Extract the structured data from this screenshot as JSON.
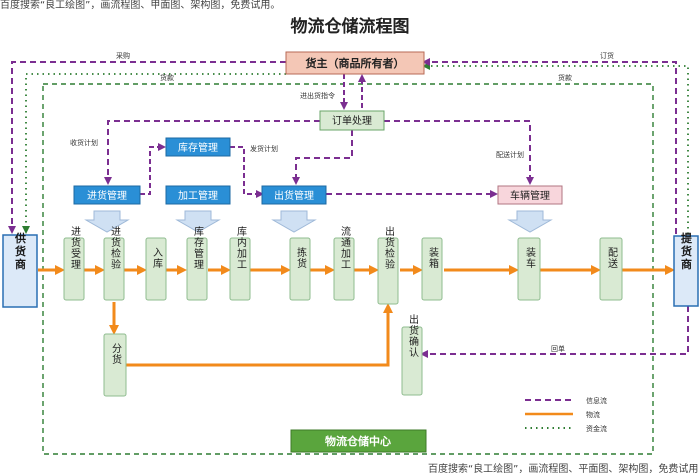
{
  "header_caption": "百度搜索“良工绘图”，画流程图、甲面图、架构图，免费试用。",
  "footer_caption": "百度搜索“良工绘图”，画流程图、平面图、架构图，免费试用",
  "title": "物流仓储流程图",
  "owner": "货主（商品所有者）",
  "order": "订单处理",
  "inventory": "库存管理",
  "processing": "加工管理",
  "inbound_mgmt": "进货管理",
  "outbound_mgmt": "出货管理",
  "vehicle_mgmt": "车辆管理",
  "supplier": "供货商",
  "customer": "提货商",
  "steps": {
    "s1": "进货受理",
    "s2": "进货检验",
    "s3": "入库",
    "s4": "库存管理",
    "s5": "库内加工",
    "s6": "拣货",
    "s7": "流通加工",
    "s8": "出货检验",
    "s9": "装箱",
    "s10": "装车",
    "s11": "配送",
    "sort": "分货",
    "confirm": "出货确认"
  },
  "center_label": "物流仓储中心",
  "labels": {
    "purchase": "采购",
    "payment_left": "货款",
    "order_right": "订货",
    "payment_right": "货款",
    "out_cmd": "进出货指令",
    "receive_plan": "收货计划",
    "ship_plan": "发货计划",
    "dispatch_plan": "配送计划",
    "receipt": "回单"
  },
  "legend": {
    "info": "信息流",
    "logistics": "物流",
    "capital": "资金流"
  },
  "colors": {
    "info": "#7b2e91",
    "logistics": "#f28a1b",
    "capital": "#2e7d32",
    "blue": "#2a8fd6",
    "green_fill": "#d9ead3",
    "green_border": "#8fbc8f",
    "owner_fill": "#f4c7b6",
    "vehicle_fill": "#f8d6dc",
    "center_fill": "#5aa53d"
  }
}
